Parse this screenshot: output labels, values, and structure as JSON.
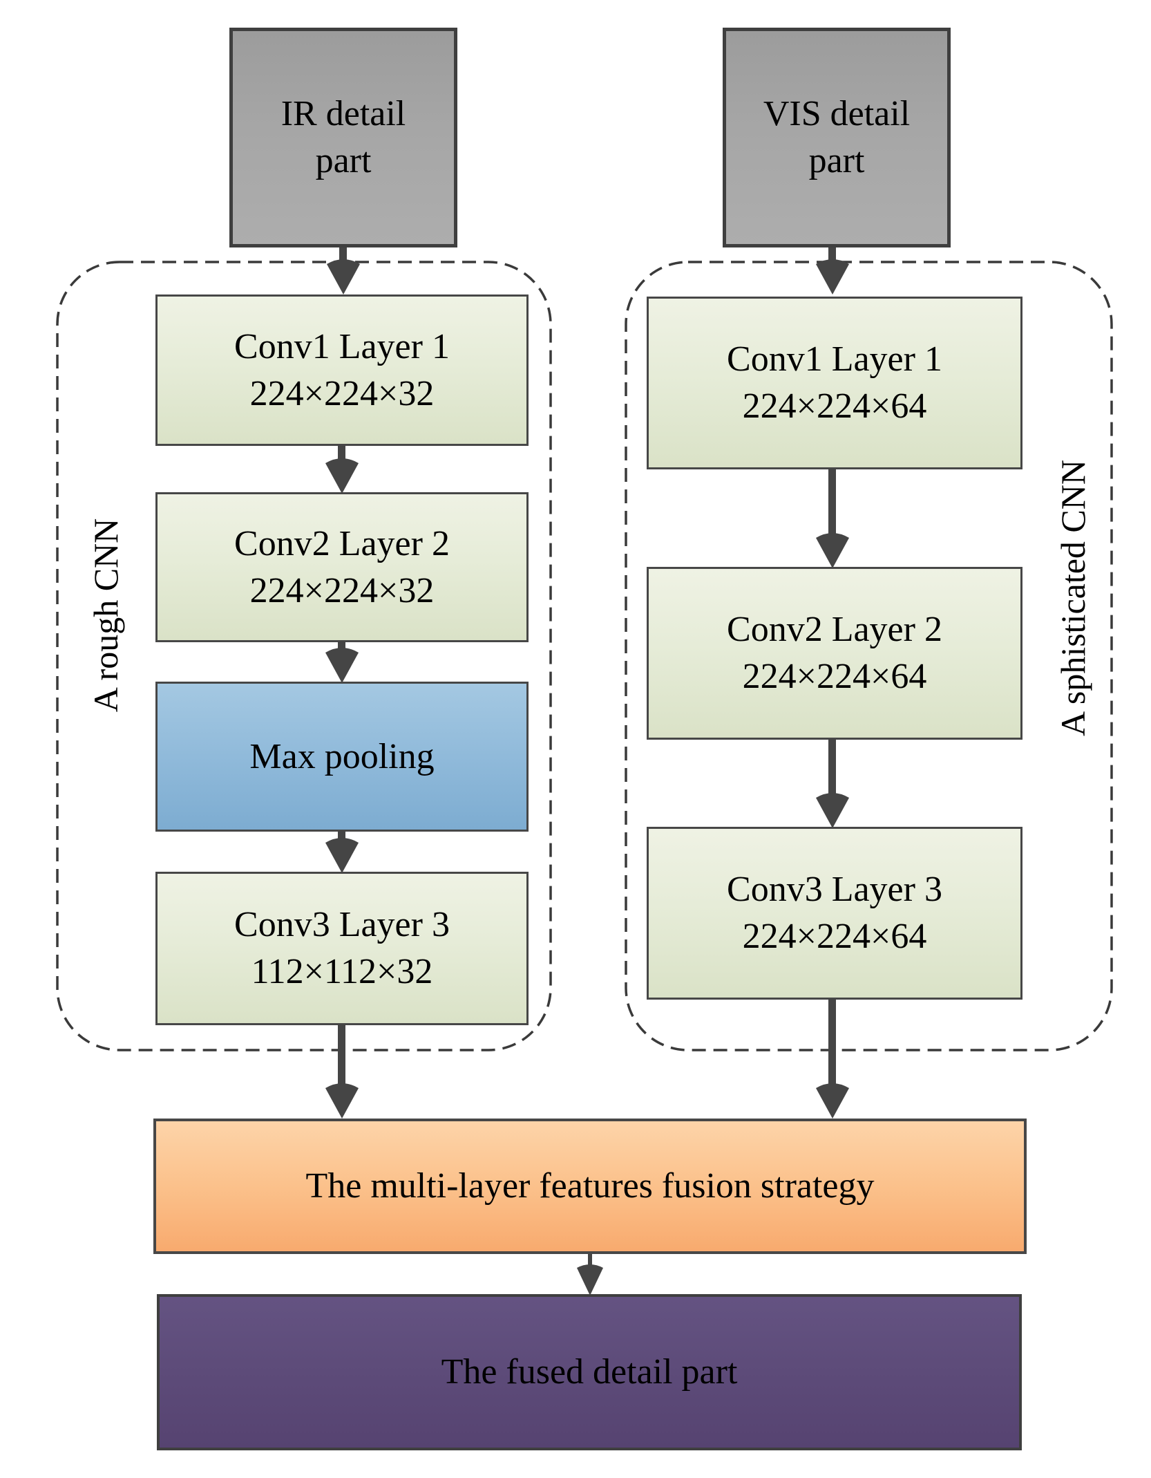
{
  "figure": {
    "inputs": {
      "ir_label": "IR detail\npart",
      "vis_label": "VIS detail\npart"
    },
    "left_cnn": {
      "panel_label": "A rough CNN",
      "layers": [
        {
          "title": "Conv1 Layer 1",
          "dims": "224×224×32"
        },
        {
          "title": "Conv2 Layer 2",
          "dims": "224×224×32"
        },
        {
          "title": "Max pooling"
        },
        {
          "title": "Conv3 Layer 3",
          "dims": "112×112×32"
        }
      ]
    },
    "right_cnn": {
      "panel_label": "A sphisticated CNN",
      "layers": [
        {
          "title": "Conv1 Layer 1",
          "dims": "224×224×64"
        },
        {
          "title": "Conv2 Layer 2",
          "dims": "224×224×64"
        },
        {
          "title": "Conv3 Layer 3",
          "dims": "224×224×64"
        }
      ]
    },
    "fusion_label": "The multi-layer features fusion strategy",
    "output_label": "The fused detail part",
    "colors": {
      "input_fill": "#a3a3a3",
      "conv_fill_top": "#eff2e4",
      "conv_fill_bottom": "#dae2c7",
      "pool_fill_top": "#a4c8e2",
      "pool_fill_bottom": "#7dacd1",
      "fusion_fill_top": "#fdd4a9",
      "fusion_fill_bottom": "#f8aa6e",
      "output_fill": "#5d4b79",
      "box_border": "#474747",
      "dashed_border": "#3a3a3a",
      "arrow": "#454545",
      "text": "#000000"
    }
  }
}
